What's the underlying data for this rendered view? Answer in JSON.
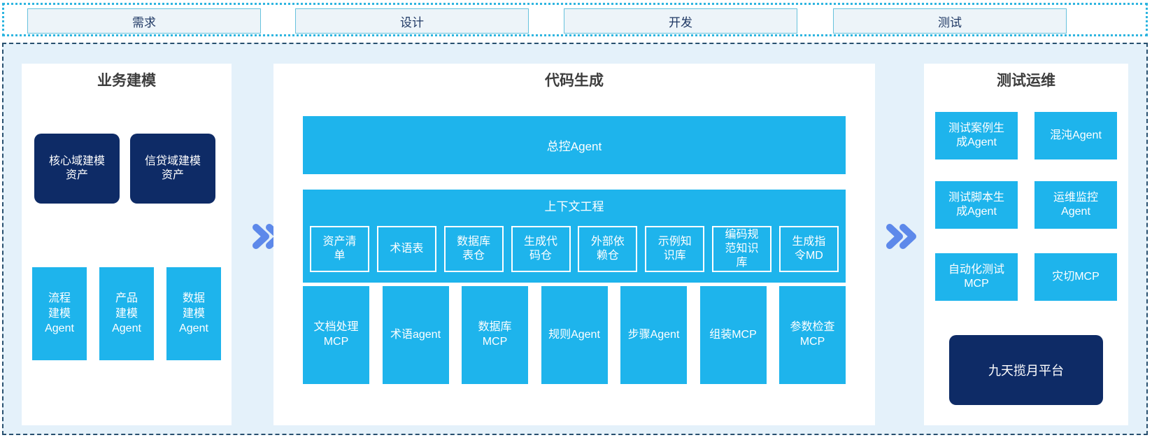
{
  "colors": {
    "cyan": "#1eb4ec",
    "navy": "#0e2b66",
    "container_bg": "#e4f1fa",
    "dashed_border": "#28506f",
    "dotted_border": "#2eb5e0",
    "phase_box_bg": "#edf4f9",
    "phase_box_border": "#67c2dd",
    "phase_text": "#1f3864",
    "chevron": "#5d89ea",
    "title_text": "#3d3d3d"
  },
  "phase_bar": {
    "items": [
      {
        "label": "需求"
      },
      {
        "label": "设计"
      },
      {
        "label": "开发"
      },
      {
        "label": "测试"
      }
    ]
  },
  "business_modeling": {
    "title": "业务建模",
    "asset_boxes": [
      {
        "label": "核心域建模\n资产"
      },
      {
        "label": "信贷域建模\n资产"
      }
    ],
    "agent_boxes": [
      {
        "label": "流程\n建模\nAgent"
      },
      {
        "label": "产品\n建模\nAgent"
      },
      {
        "label": "数据\n建模\nAgent"
      }
    ]
  },
  "code_generation": {
    "title": "代码生成",
    "master_agent": "总控Agent",
    "context_engineering": {
      "title": "上下文工程",
      "items": [
        {
          "label": "资产清\n单"
        },
        {
          "label": "术语表"
        },
        {
          "label": "数据库\n表仓"
        },
        {
          "label": "生成代\n码仓"
        },
        {
          "label": "外部依\n赖仓"
        },
        {
          "label": "示例知\n识库"
        },
        {
          "label": "编码规\n范知识\n库"
        },
        {
          "label": "生成指\n令MD"
        }
      ]
    },
    "bottom_agents": [
      {
        "label": "文档处理\nMCP"
      },
      {
        "label": "术语agent"
      },
      {
        "label": "数据库\nMCP"
      },
      {
        "label": "规则Agent"
      },
      {
        "label": "步骤Agent"
      },
      {
        "label": "组装MCP"
      },
      {
        "label": "参数检查\nMCP"
      }
    ]
  },
  "test_ops": {
    "title": "测试运维",
    "boxes": [
      {
        "label": "测试案例生\n成Agent"
      },
      {
        "label": "混沌Agent"
      },
      {
        "label": "测试脚本生\n成Agent"
      },
      {
        "label": "运维监控\nAgent"
      },
      {
        "label": "自动化测试\nMCP"
      },
      {
        "label": "灾切MCP"
      }
    ],
    "platform": "九天揽月平台"
  }
}
